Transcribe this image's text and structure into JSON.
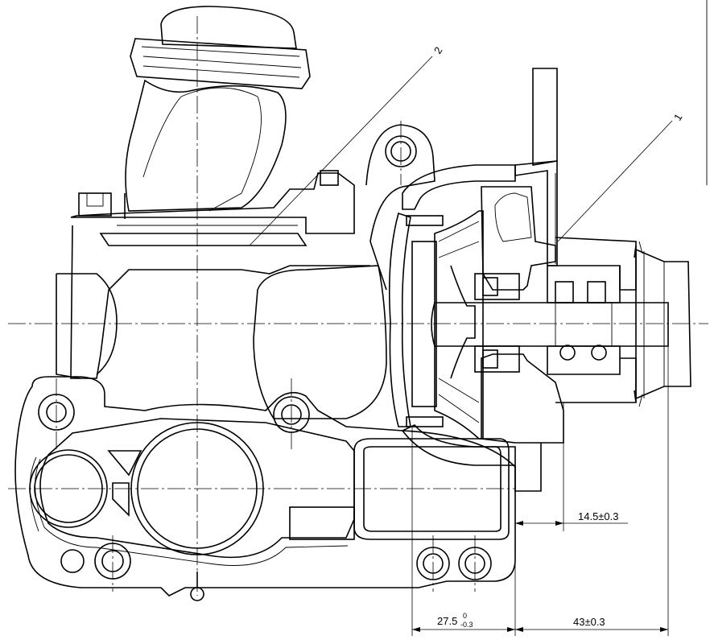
{
  "callouts": {
    "part_1": "1",
    "part_2": "2"
  },
  "dimensions": {
    "gap_upper": "14.5±0.3",
    "flange_offset_base": "27.5",
    "flange_offset_upper_tol": "0",
    "flange_offset_lower_tol": "-0.3",
    "overall_length": "43±0.3"
  },
  "colors": {
    "line": "#000000",
    "background": "#ffffff"
  }
}
